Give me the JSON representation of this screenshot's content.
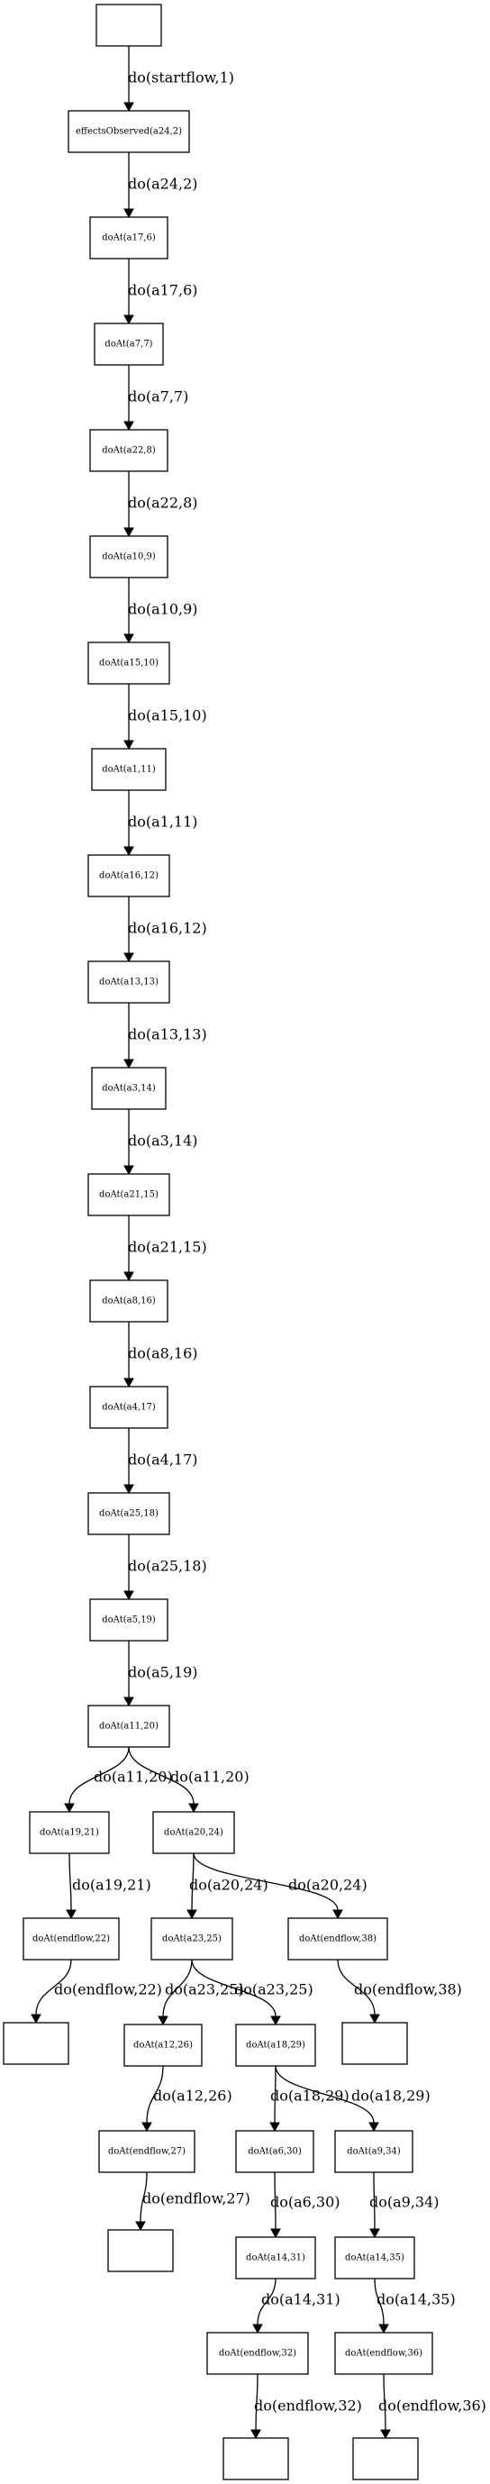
{
  "nodes": [
    {
      "id": "n0",
      "label": ""
    },
    {
      "id": "n1",
      "label": "effectsObserved(a24,2)"
    },
    {
      "id": "n2",
      "label": "doAt(a17,6)"
    },
    {
      "id": "n3",
      "label": "doAt(a7,7)"
    },
    {
      "id": "n4",
      "label": "doAt(a22,8)"
    },
    {
      "id": "n5",
      "label": "doAt(a10,9)"
    },
    {
      "id": "n6",
      "label": "doAt(a15,10)"
    },
    {
      "id": "n7",
      "label": "doAt(a1,11)"
    },
    {
      "id": "n8",
      "label": "doAt(a16,12)"
    },
    {
      "id": "n9",
      "label": "doAt(a13,13)"
    },
    {
      "id": "n10",
      "label": "doAt(a3,14)"
    },
    {
      "id": "n11",
      "label": "doAt(a21,15)"
    },
    {
      "id": "n12",
      "label": "doAt(a8,16)"
    },
    {
      "id": "n13",
      "label": "doAt(a4,17)"
    },
    {
      "id": "n14",
      "label": "doAt(a25,18)"
    },
    {
      "id": "n15",
      "label": "doAt(a5,19)"
    },
    {
      "id": "n16",
      "label": "doAt(a11,20)"
    },
    {
      "id": "n17",
      "label": "doAt(a19,21)"
    },
    {
      "id": "n18",
      "label": "doAt(a20,24)"
    },
    {
      "id": "n19",
      "label": "doAt(endflow,22)"
    },
    {
      "id": "n20",
      "label": "doAt(a23,25)"
    },
    {
      "id": "n21",
      "label": "doAt(endflow,38)"
    },
    {
      "id": "n22",
      "label": ""
    },
    {
      "id": "n23",
      "label": "doAt(a12,26)"
    },
    {
      "id": "n24",
      "label": "doAt(a18,29)"
    },
    {
      "id": "n25",
      "label": ""
    },
    {
      "id": "n26",
      "label": "doAt(endflow,27)"
    },
    {
      "id": "n27",
      "label": "doAt(a6,30)"
    },
    {
      "id": "n28",
      "label": "doAt(a9,34)"
    },
    {
      "id": "n29",
      "label": ""
    },
    {
      "id": "n30",
      "label": "doAt(a14,31)"
    },
    {
      "id": "n31",
      "label": "doAt(a14,35)"
    },
    {
      "id": "n32",
      "label": "doAt(endflow,32)"
    },
    {
      "id": "n33",
      "label": "doAt(endflow,36)"
    },
    {
      "id": "n34",
      "label": ""
    },
    {
      "id": "n35",
      "label": ""
    }
  ],
  "edges": [
    {
      "from": "n0",
      "to": "n1",
      "label": "do(startflow,1)"
    },
    {
      "from": "n1",
      "to": "n2",
      "label": "do(a24,2)"
    },
    {
      "from": "n2",
      "to": "n3",
      "label": "do(a17,6)"
    },
    {
      "from": "n3",
      "to": "n4",
      "label": "do(a7,7)"
    },
    {
      "from": "n4",
      "to": "n5",
      "label": "do(a22,8)"
    },
    {
      "from": "n5",
      "to": "n6",
      "label": "do(a10,9)"
    },
    {
      "from": "n6",
      "to": "n7",
      "label": "do(a15,10)"
    },
    {
      "from": "n7",
      "to": "n8",
      "label": "do(a1,11)"
    },
    {
      "from": "n8",
      "to": "n9",
      "label": "do(a16,12)"
    },
    {
      "from": "n9",
      "to": "n10",
      "label": "do(a13,13)"
    },
    {
      "from": "n10",
      "to": "n11",
      "label": "do(a3,14)"
    },
    {
      "from": "n11",
      "to": "n12",
      "label": "do(a21,15)"
    },
    {
      "from": "n12",
      "to": "n13",
      "label": "do(a8,16)"
    },
    {
      "from": "n13",
      "to": "n14",
      "label": "do(a4,17)"
    },
    {
      "from": "n14",
      "to": "n15",
      "label": "do(a25,18)"
    },
    {
      "from": "n15",
      "to": "n16",
      "label": "do(a5,19)"
    },
    {
      "from": "n16",
      "to": "n17",
      "label": "do(a11,20)"
    },
    {
      "from": "n16",
      "to": "n18",
      "label": "do(a11,20)"
    },
    {
      "from": "n17",
      "to": "n19",
      "label": "do(a19,21)"
    },
    {
      "from": "n18",
      "to": "n20",
      "label": "do(a20,24)"
    },
    {
      "from": "n18",
      "to": "n21",
      "label": "do(a20,24)"
    },
    {
      "from": "n19",
      "to": "n22",
      "label": "do(endflow,22)"
    },
    {
      "from": "n20",
      "to": "n23",
      "label": "do(a23,25)"
    },
    {
      "from": "n20",
      "to": "n24",
      "label": "do(a23,25)"
    },
    {
      "from": "n21",
      "to": "n25",
      "label": "do(endflow,38)"
    },
    {
      "from": "n23",
      "to": "n26",
      "label": "do(a12,26)"
    },
    {
      "from": "n24",
      "to": "n27",
      "label": "do(a18,29)"
    },
    {
      "from": "n24",
      "to": "n28",
      "label": "do(a18,29)"
    },
    {
      "from": "n26",
      "to": "n29",
      "label": "do(endflow,27)"
    },
    {
      "from": "n27",
      "to": "n30",
      "label": "do(a6,30)"
    },
    {
      "from": "n28",
      "to": "n31",
      "label": "do(a9,34)"
    },
    {
      "from": "n30",
      "to": "n32",
      "label": "do(a14,31)"
    },
    {
      "from": "n31",
      "to": "n33",
      "label": "do(a14,35)"
    },
    {
      "from": "n32",
      "to": "n34",
      "label": "do(endflow,32)"
    },
    {
      "from": "n33",
      "to": "n35",
      "label": "do(endflow,36)"
    }
  ]
}
